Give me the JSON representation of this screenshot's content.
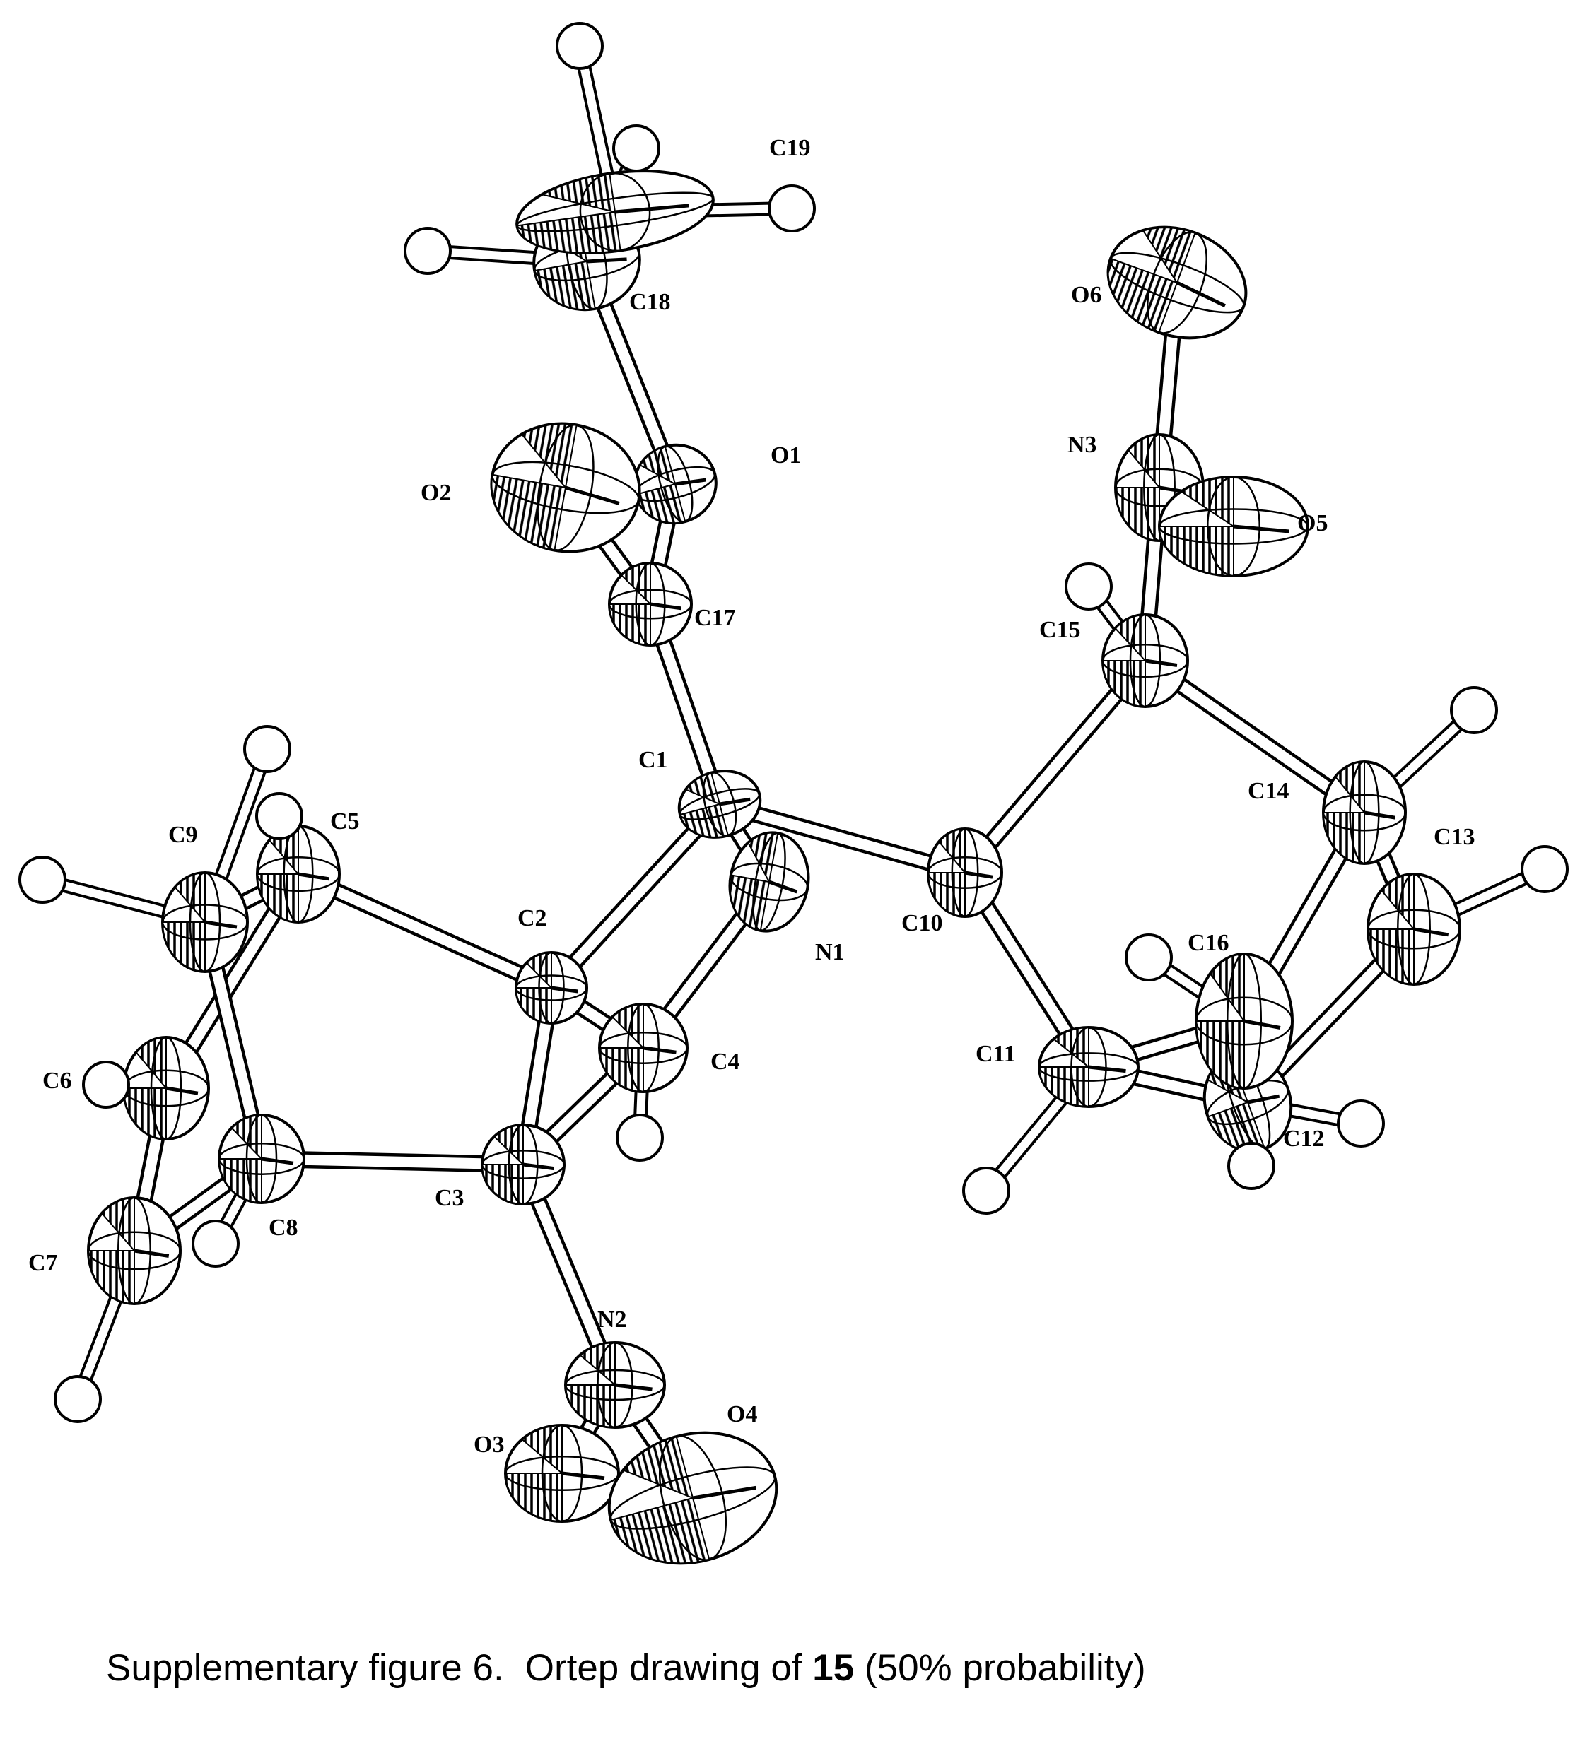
{
  "atoms": [
    {
      "id": "C1",
      "label": "C1"
    },
    {
      "id": "C2",
      "label": "C2"
    },
    {
      "id": "C3",
      "label": "C3"
    },
    {
      "id": "C4",
      "label": "C4"
    },
    {
      "id": "C5",
      "label": "C5"
    },
    {
      "id": "C6",
      "label": "C6"
    },
    {
      "id": "C7",
      "label": "C7"
    },
    {
      "id": "C8",
      "label": "C8"
    },
    {
      "id": "C9",
      "label": "C9"
    },
    {
      "id": "C10",
      "label": "C10"
    },
    {
      "id": "C11",
      "label": "C11"
    },
    {
      "id": "C12",
      "label": "C12"
    },
    {
      "id": "C13",
      "label": "C13"
    },
    {
      "id": "C14",
      "label": "C14"
    },
    {
      "id": "C15",
      "label": "C15"
    },
    {
      "id": "C16",
      "label": "C16"
    },
    {
      "id": "C17",
      "label": "C17"
    },
    {
      "id": "C18",
      "label": "C18"
    },
    {
      "id": "C19",
      "label": "C19"
    },
    {
      "id": "N1",
      "label": "N1"
    },
    {
      "id": "N2",
      "label": "N2"
    },
    {
      "id": "N3",
      "label": "N3"
    },
    {
      "id": "O1",
      "label": "O1"
    },
    {
      "id": "O2",
      "label": "O2"
    },
    {
      "id": "O3",
      "label": "O3"
    },
    {
      "id": "O4",
      "label": "O4"
    },
    {
      "id": "O5",
      "label": "O5"
    },
    {
      "id": "O6",
      "label": "O6"
    }
  ],
  "bonds": [
    [
      "C1",
      "C2"
    ],
    [
      "C1",
      "N1"
    ],
    [
      "C1",
      "C10"
    ],
    [
      "C1",
      "C17"
    ],
    [
      "C2",
      "C3"
    ],
    [
      "C2",
      "C4"
    ],
    [
      "C2",
      "C5"
    ],
    [
      "C3",
      "C4"
    ],
    [
      "C3",
      "C8"
    ],
    [
      "C3",
      "N2"
    ],
    [
      "C4",
      "N1"
    ],
    [
      "C5",
      "C9"
    ],
    [
      "C5",
      "C6"
    ],
    [
      "C9",
      "C8"
    ],
    [
      "C6",
      "C7"
    ],
    [
      "C7",
      "C8"
    ],
    [
      "C10",
      "C15"
    ],
    [
      "C10",
      "C11"
    ],
    [
      "C11",
      "C12"
    ],
    [
      "C12",
      "C13"
    ],
    [
      "C13",
      "C14"
    ],
    [
      "C14",
      "C15"
    ],
    [
      "C14",
      "C16"
    ],
    [
      "C11",
      "C16"
    ],
    [
      "C15",
      "N3"
    ],
    [
      "N3",
      "O5"
    ],
    [
      "N3",
      "O6"
    ],
    [
      "N2",
      "O3"
    ],
    [
      "N2",
      "O4"
    ],
    [
      "C17",
      "O1"
    ],
    [
      "C17",
      "O2"
    ],
    [
      "O1",
      "C18"
    ],
    [
      "C18",
      "C19"
    ]
  ],
  "caption": {
    "prefix": "Supplementary figure 6.",
    "middle": "Ortep drawing of",
    "compound": "15",
    "suffix": "(50% probability)"
  }
}
